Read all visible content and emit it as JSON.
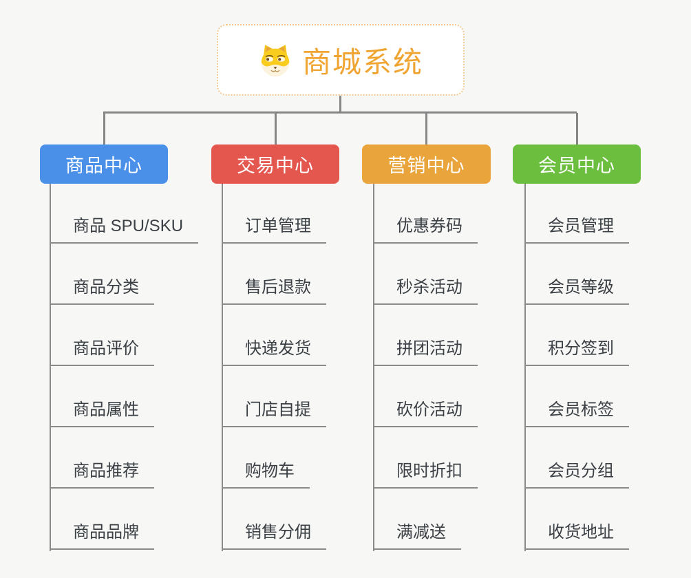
{
  "root": {
    "title": "商城系统",
    "icon": "dog-face-icon"
  },
  "branches": [
    {
      "label": "商品中心",
      "color": "#4a90e8",
      "items": [
        "商品 SPU/SKU",
        "商品分类",
        "商品评价",
        "商品属性",
        "商品推荐",
        "商品品牌"
      ]
    },
    {
      "label": "交易中心",
      "color": "#e4574f",
      "items": [
        "订单管理",
        "售后退款",
        "快递发货",
        "门店自提",
        "购物车",
        "销售分佣"
      ]
    },
    {
      "label": "营销中心",
      "color": "#e9a43b",
      "items": [
        "优惠券码",
        "秒杀活动",
        "拼团活动",
        "砍价活动",
        "限时折扣",
        "满减送"
      ]
    },
    {
      "label": "会员中心",
      "color": "#6cbe3f",
      "items": [
        "会员管理",
        "会员等级",
        "积分签到",
        "会员标签",
        "会员分组",
        "收货地址"
      ]
    }
  ],
  "colors": {
    "root_title": "#f0a532",
    "root_border": "#f2c98f",
    "connector": "#868686",
    "leaf_text": "#3b4045",
    "background": "#f7f7f6"
  }
}
